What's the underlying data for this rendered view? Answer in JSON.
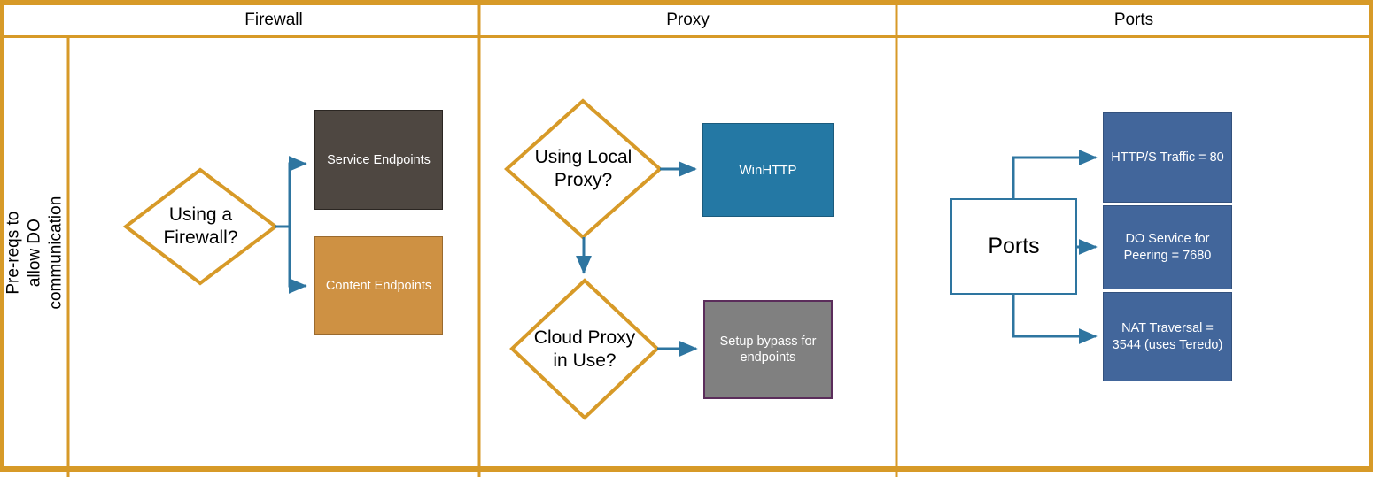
{
  "diagram": {
    "title": "Pre-reqs to allow DO communication",
    "side_label": "Pre-reqs to\nallow DO communication",
    "colors": {
      "frame": "#D79A28",
      "divider": "#D79A28",
      "arrow": "#2E75A0",
      "diamond_border": "#D79A28",
      "service_endpoints_fill": "#4E4741",
      "content_endpoints_fill": "#CE9143",
      "winhttp_fill": "#2478A4",
      "bypass_fill": "#808080",
      "bypass_border": "#5B2D5B",
      "ports_fill": "#42669B",
      "ports_main_border": "#2E75A0"
    },
    "columns": [
      {
        "id": "firewall",
        "header": "Firewall"
      },
      {
        "id": "proxy",
        "header": "Proxy"
      },
      {
        "id": "ports",
        "header": "Ports"
      }
    ],
    "firewall": {
      "decision": "Using a\nFirewall?",
      "outputs": [
        {
          "label": "Service Endpoints"
        },
        {
          "label": "Content Endpoints"
        }
      ]
    },
    "proxy": {
      "decision_1": "Using Local\nProxy?",
      "decision_2": "Cloud Proxy\nin Use?",
      "output_1": "WinHTTP",
      "output_2": "Setup bypass for\nendpoints"
    },
    "ports": {
      "hub": "Ports",
      "outputs": [
        {
          "label": "HTTP/S Traffic = 80"
        },
        {
          "label": "DO Service for\nPeering = 7680"
        },
        {
          "label": "NAT Traversal =\n3544 (uses Teredo)"
        }
      ]
    }
  }
}
